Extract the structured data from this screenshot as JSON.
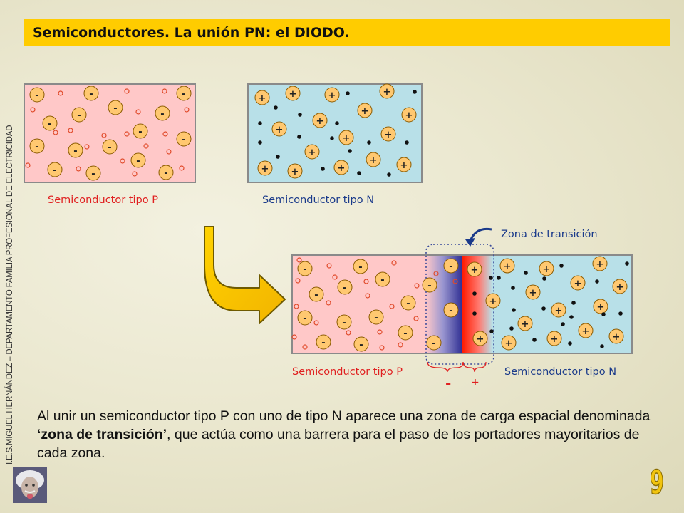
{
  "title": "Semiconductores. La unión PN: el DIODO.",
  "side_text": "I.E.S.MIGUEL HERNÁNDEZ – DEPARTAMENTO FAMILIA PROFESIONAL DE ELECTRICIDAD",
  "diagram": {
    "label_p_top": "Semiconductor tipo P",
    "label_n_top": "Semiconductor tipo N",
    "label_p_bottom": "Semiconductor tipo P",
    "label_n_bottom": "Semiconductor tipo N",
    "zone_label": "Zona de transición",
    "minus_sign": "-",
    "plus_sign": "+",
    "acceptor_symbol": "-",
    "donor_symbol": "+",
    "colors": {
      "p_region": "#ffc8c8",
      "n_region": "#b8e0e8",
      "ion": "#ffc870",
      "label_red": "#e02020",
      "label_blue": "#1a3a8a"
    }
  },
  "paragraph": {
    "before": "Al unir un semiconductor tipo P con uno de tipo N aparece una zona de carga espacial denominada ",
    "emphasis": "‘zona de transición’",
    "after": ", que actúa como una barrera para el paso de los portadores mayoritarios de cada zona."
  },
  "page_number": "9"
}
